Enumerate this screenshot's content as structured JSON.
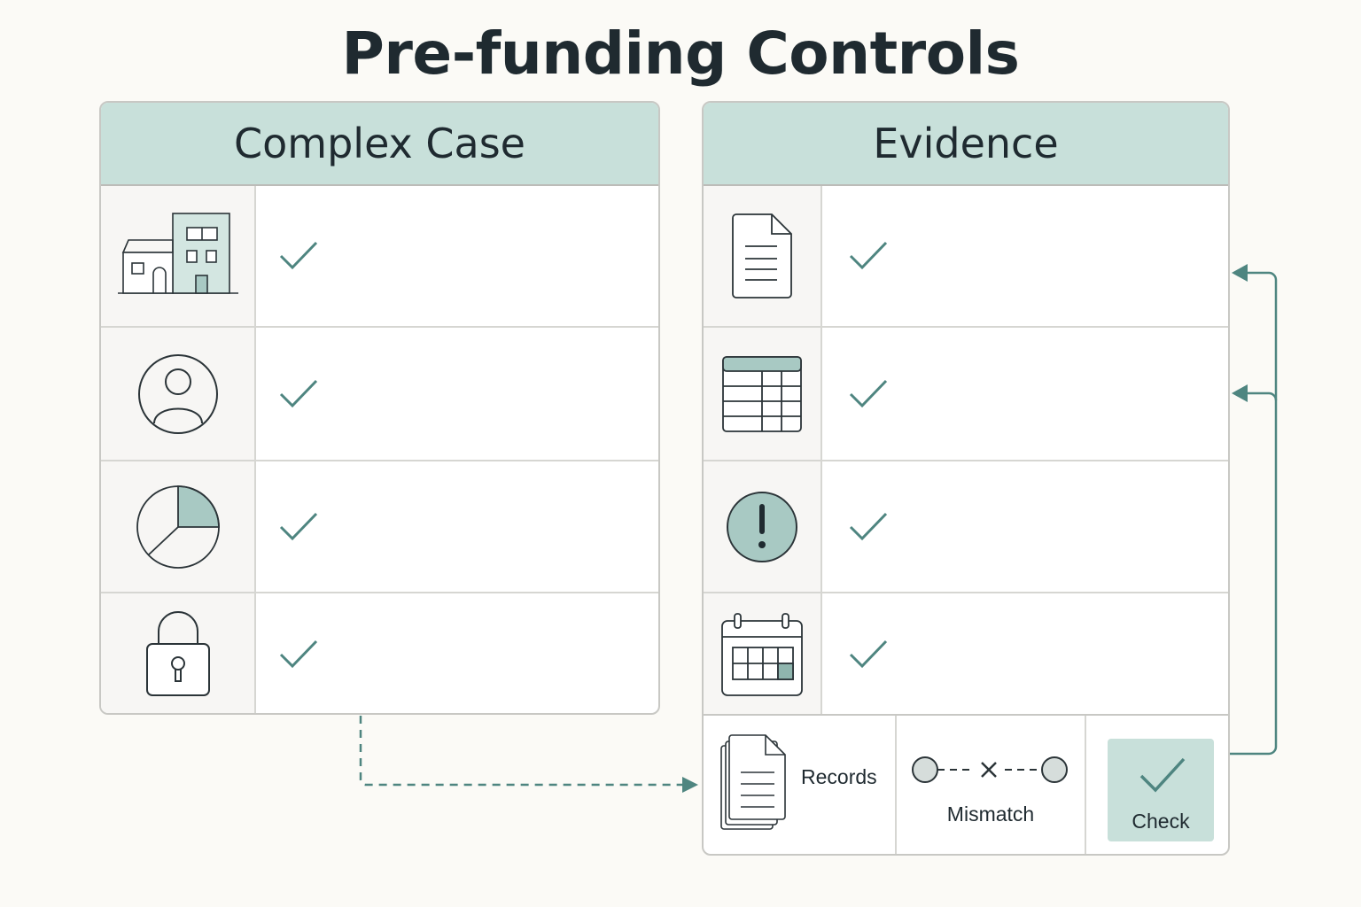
{
  "title": "Pre-funding Controls",
  "colors": {
    "accent": "#4e8580",
    "header_fill": "#c8e0da",
    "ink": "#2b3438"
  },
  "left_panel": {
    "header": "Complex Case",
    "rows": [
      {
        "icon": "building-icon",
        "status": "check-icon"
      },
      {
        "icon": "user-icon",
        "status": "check-icon"
      },
      {
        "icon": "pie-chart-icon",
        "status": "check-icon"
      },
      {
        "icon": "lock-icon",
        "status": "check-icon"
      }
    ]
  },
  "right_panel": {
    "header": "Evidence",
    "rows": [
      {
        "icon": "document-icon",
        "status": "check-icon"
      },
      {
        "icon": "table-icon",
        "status": "check-icon"
      },
      {
        "icon": "alert-icon",
        "status": "check-icon"
      },
      {
        "icon": "calendar-icon",
        "status": "check-icon"
      }
    ],
    "footer": {
      "records_label": "Records",
      "mismatch_label": "Mismatch",
      "check_label": "Check"
    }
  }
}
